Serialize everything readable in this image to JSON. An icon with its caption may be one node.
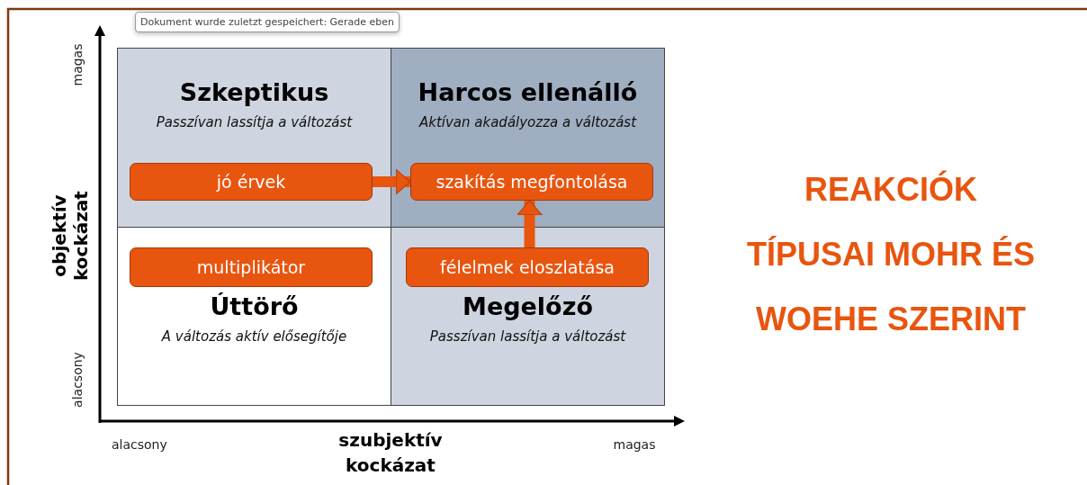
{
  "diagram": {
    "title": "REAKCIÓK TÍPUSAI MOHR ÉS WOEHE SZERINT",
    "nodes": [
      {
        "text": [
          "Szkeptikus",
          "Passzívan lassítja a változást"
        ]
      },
      {
        "text": [
          "jó érvek"
        ],
        "in": 0
      },
      {
        "text": [
          "Harcos ellenálló",
          "Aktívan akadályozza a változást"
        ]
      },
      {
        "text": [
          "szakítás megfontolása"
        ],
        "in": 2
      },
      {
        "text": [
          "Úttörő",
          "A változás aktív elősegítője"
        ]
      },
      {
        "text": [
          "multiplikátor"
        ],
        "in": 4
      },
      {
        "text": [
          "Megelőző",
          "Passzívan lassítja a változást"
        ]
      },
      {
        "text": [
          "félelmek eloszlatása"
        ],
        "in": 6
      }
    ],
    "edges": [
      {
        "from": 1,
        "to": 3,
        "arrow": "to"
      },
      {
        "from": 7,
        "to": 3,
        "arrow": "to"
      }
    ],
    "labels": [
      "Dokument wurde zuletzt gespeichert: Gerade eben",
      "magas",
      "objektív kockázat",
      "alacsony",
      "alacsony",
      "szubjektív kockázat",
      "magas"
    ]
  }
}
